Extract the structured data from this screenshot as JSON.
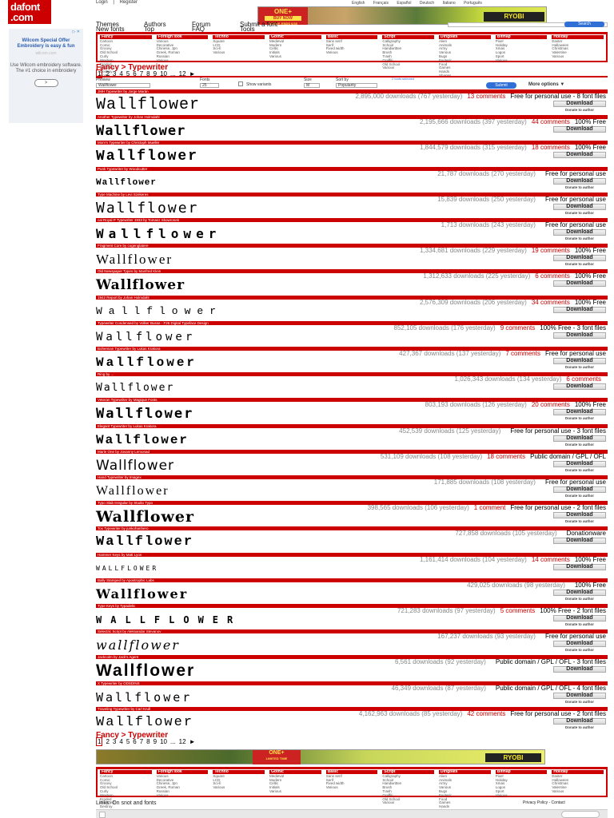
{
  "site": {
    "logo_line1": "dafont",
    "logo_line2": ".com"
  },
  "topnav": [
    "Login",
    "|",
    "Register"
  ],
  "languages": [
    "English",
    "Français",
    "Español",
    "Deutsch",
    "Italiano",
    "Português"
  ],
  "ad_top": {
    "sale_line": "ONE+",
    "sale_button": "BUY NOW",
    "sale_tagline": "HURRY, ENDS 6/30",
    "brand": "RYOBI"
  },
  "search": {
    "placeholder": "",
    "button": "Search"
  },
  "side_ad": {
    "close": "▷ ✕",
    "title": "Wilcom Special Offer Embroidery is easy & fun",
    "domain": "wilcom.com",
    "body": "Use Wilcom embroidery software. The #1 choice in embroidery",
    "go": ">"
  },
  "menu_row1": [
    "Themes",
    "Authors",
    "Forum",
    "Submit a font"
  ],
  "menu_row2": [
    "New fonts",
    "Top",
    "FAQ",
    "Tools"
  ],
  "categories": [
    {
      "title": "Fancy",
      "items": [
        "Cartoon",
        "Comic",
        "Groovy",
        "Old School",
        "Curly",
        "Western",
        "Eroded",
        "Distorted",
        "Destroy",
        "Horror"
      ]
    },
    {
      "title": "Foreign look",
      "items": [
        "Various",
        "Decorative",
        "Chinese, Jpn",
        "Greek, Roman",
        "Russian",
        "Various"
      ]
    },
    {
      "title": "Techno",
      "items": [
        "Square",
        "LCD",
        "Sci-fi",
        "Various"
      ]
    },
    {
      "title": "Gothic",
      "items": [
        "Medieval",
        "Modern",
        "Celtic",
        "Initials",
        "Various"
      ]
    },
    {
      "title": "Basic",
      "items": [
        "Sans serif",
        "Serif",
        "Fixed width",
        "Various"
      ]
    },
    {
      "title": "Script",
      "items": [
        "Calligraphy",
        "School",
        "Handwritten",
        "Brush",
        "Trash",
        "Graffiti",
        "Old School",
        "Various"
      ]
    },
    {
      "title": "Dingbats",
      "items": [
        "Alien",
        "Animals",
        "Army",
        "Various",
        "Bugs",
        "Esoteric",
        "Food",
        "Games",
        "Hands",
        "Shapes"
      ]
    },
    {
      "title": "Bitmap",
      "items": [
        "Pixel",
        "Holiday",
        "Xmas",
        "Logos",
        "Sport",
        "Various"
      ]
    },
    {
      "title": "Holiday",
      "items": [
        "Easter",
        "Halloween",
        "Christmas",
        "Valentine",
        "Various"
      ]
    }
  ],
  "breadcrumb": "Fancy > Typewriter",
  "pager": {
    "pages": [
      "1",
      "2",
      "3",
      "4",
      "5",
      "6",
      "7",
      "8",
      "9",
      "10",
      "...",
      "12",
      "►"
    ],
    "current": "1"
  },
  "options": {
    "preview_label": "Preview",
    "preview_value": "Wallflower",
    "fonts_label": "Fonts",
    "fonts_value": "25",
    "variants_label": "Show variants",
    "size_label": "Size",
    "size_value": "M",
    "sort_label": "Sort by",
    "sort_value": "Popularity",
    "submit": "Submit",
    "more": "More options ▼",
    "top_note": "2 fonts selected"
  },
  "fonts": [
    {
      "head": "JMH Typewriter by Jorge Marán",
      "downloads": "2,895,000 downloads (767 yesterday)",
      "comments": "13 comments",
      "license": "Free for personal use - 8 font files",
      "family": "\"Liberation Mono\", monospace",
      "style": "normal",
      "weight": "normal",
      "size": "20px",
      "spacing": "1px",
      "preview": "Wallflower",
      "donate": true
    },
    {
      "head": "Another Typewriter by Johan Holmdahl",
      "downloads": "2,195,666 downloads (397 yesterday)",
      "comments": "44 comments",
      "license": "100% Free",
      "family": "\"DejaVu Sans Mono\", monospace",
      "style": "normal",
      "weight": "bold",
      "size": "17px",
      "spacing": "1px",
      "preview": "Wallflower",
      "donate": false
    },
    {
      "head": "Mom's Typewriter by Christoph Mueller",
      "downloads": "1,844,579 downloads (315 yesterday)",
      "comments": "18 comments",
      "license": "100% Free",
      "family": "\"Liberation Mono\", monospace",
      "style": "normal",
      "weight": "bold",
      "size": "18px",
      "spacing": "2px",
      "preview": "Wallflower",
      "donate": false
    },
    {
      "head": "Punk Typewriter by Woodcutter",
      "downloads": "21,787 downloads (270 yesterday)",
      "comments": "",
      "license": "Free for personal use",
      "family": "\"Liberation Mono\", monospace",
      "style": "normal",
      "weight": "bold",
      "size": "11px",
      "spacing": "1px",
      "preview": "Wallflower",
      "donate": true
    },
    {
      "head": "Type Machine by Levi Szekeres",
      "downloads": "15,839 downloads (250 yesterday)",
      "comments": "",
      "license": "Free for personal use",
      "family": "\"DejaVu Sans Mono\", monospace",
      "style": "normal",
      "weight": "normal",
      "size": "18px",
      "spacing": "2px",
      "preview": "Wallflower",
      "donate": true
    },
    {
      "head": "cal Royal P Typewriter 1933 by Tomasz Skowronek",
      "downloads": "1,713 downloads (243 yesterday)",
      "comments": "",
      "license": "Free for personal use",
      "family": "\"DejaVu Sans Mono\", monospace",
      "style": "normal",
      "weight": "bold",
      "size": "16px",
      "spacing": "6px",
      "preview": "Wallflower",
      "donate": true
    },
    {
      "head": "Fragment Core by cogenglatere",
      "downloads": "1,334,681 downloads (229 yesterday)",
      "comments": "19 comments",
      "license": "100% Free",
      "family": "\"Liberation Serif\", serif",
      "style": "normal",
      "weight": "normal",
      "size": "17px",
      "spacing": "2px",
      "preview": "Wallflower",
      "donate": true
    },
    {
      "head": "Old Newspaper Types by Manfred Klein",
      "downloads": "1,312,633 downloads (225 yesterday)",
      "comments": "6 comments",
      "license": "100% Free",
      "family": "\"DejaVu Serif\", serif",
      "style": "normal",
      "weight": "bold",
      "size": "17px",
      "spacing": "1px",
      "preview": "Wallflower",
      "donate": false
    },
    {
      "head": "1942 Report by Johan Holmdahl",
      "downloads": "2,576,309 downloads (206 yesterday)",
      "comments": "34 comments",
      "license": "100% Free",
      "family": "\"Liberation Mono\", monospace",
      "style": "normal",
      "weight": "normal",
      "size": "13px",
      "spacing": "8px",
      "preview": "Wallflower",
      "donate": false
    },
    {
      "head": "Typewriter Condensed by Volker Busse - F26 Digital Typeface Design",
      "downloads": "852,105 downloads (176 yesterday)",
      "comments": "9 comments",
      "license": "100% Free - 3 font files",
      "family": "\"DejaVu Sans Mono\", monospace",
      "style": "normal",
      "weight": "normal",
      "size": "14px",
      "spacing": "4px",
      "preview": "Wallflower",
      "donate": false
    },
    {
      "head": "Bohemian Typewriter by Lukas Krakora",
      "downloads": "427,367 downloads (137 yesterday)",
      "comments": "7 comments",
      "license": "Free for personal use",
      "family": "\"Liberation Mono\", monospace",
      "style": "normal",
      "weight": "bold",
      "size": "16px",
      "spacing": "3px",
      "preview": "Wallflower",
      "donate": true
    },
    {
      "head": "Ring by ...",
      "downloads": "1,026,343 downloads (134 yesterday)",
      "comments": "6 comments",
      "license": "",
      "family": "\"DejaVu Sans Mono\", monospace",
      "style": "normal",
      "weight": "normal",
      "size": "13px",
      "spacing": "2px",
      "preview": "Wallflower",
      "donate": false
    },
    {
      "head": "Veteran Typewriter by Magique Fonts",
      "downloads": "803,193 downloads (126 yesterday)",
      "comments": "20 comments",
      "license": "100% Free",
      "family": "\"DejaVu Sans Mono\", monospace",
      "style": "normal",
      "weight": "bold",
      "size": "17px",
      "spacing": "2px",
      "preview": "Wallflower",
      "donate": true
    },
    {
      "head": "Elegant Typewriter by Lukas Krakora",
      "downloads": "452,539 downloads (125 yesterday)",
      "comments": "",
      "license": "Free for personal use - 3 font files",
      "family": "\"Liberation Mono\", monospace",
      "style": "normal",
      "weight": "bold",
      "size": "16px",
      "spacing": "2px",
      "preview": "Wallflower",
      "donate": true
    },
    {
      "head": "Marle One by Jovanny Lemonad",
      "downloads": "531,109 downloads (108 yesterday)",
      "comments": "18 comments",
      "license": "Public domain / GPL / OFL",
      "family": "\"DejaVu Sans\", sans-serif",
      "style": "normal",
      "weight": "normal",
      "size": "17px",
      "spacing": "1px",
      "preview": "Wallflower",
      "donate": true
    },
    {
      "head": "Hand Typewriter by Imagex",
      "downloads": "171,885 downloads (108 yesterday)",
      "comments": "",
      "license": "Free for personal use",
      "family": "\"Liberation Serif\", serif",
      "style": "normal",
      "weight": "normal",
      "size": "16px",
      "spacing": "2px",
      "preview": "Wallflower",
      "donate": true
    },
    {
      "head": "Typo Slab Irregular by Studio Typo",
      "downloads": "398,565 downloads (106 yesterday)",
      "comments": "1 comment",
      "license": "Free for personal use - 2 font files",
      "family": "\"DejaVu Serif\", serif",
      "style": "normal",
      "weight": "bold",
      "size": "19px",
      "spacing": "1px",
      "preview": "Wallflower",
      "donate": true
    },
    {
      "head": "Tox Typewriter by junkohanhero",
      "downloads": "727,858 downloads (105 yesterday)",
      "comments": "",
      "license": "Donationware",
      "family": "\"Liberation Mono\", monospace",
      "style": "normal",
      "weight": "bold",
      "size": "17px",
      "spacing": "2px",
      "preview": "Wallflower",
      "donate": false
    },
    {
      "head": "Hammer Keys by Matt Lyon",
      "downloads": "1,161,414 downloads (104 yesterday)",
      "comments": "14 comments",
      "license": "100% Free",
      "family": "\"DejaVu Sans Mono\", monospace",
      "style": "normal",
      "weight": "normal",
      "size": "8px",
      "spacing": "3px",
      "preview": "WALLFLOWER",
      "donate": false
    },
    {
      "head": "Bally Stamped by Apostrophic Labs",
      "downloads": "429,025 downloads (98 yesterday)",
      "comments": "",
      "license": "100% Free",
      "family": "\"DejaVu Serif\", serif",
      "style": "normal",
      "weight": "bold",
      "size": "16px",
      "spacing": "2px",
      "preview": "Wallflower",
      "donate": true
    },
    {
      "head": "Type Keys by Typadelic",
      "downloads": "721,283 downloads (97 yesterday)",
      "comments": "5 comments",
      "license": "100% Free - 2 font files",
      "family": "\"DejaVu Sans Mono\", monospace",
      "style": "normal",
      "weight": "bold",
      "size": "12px",
      "spacing": "11px",
      "preview": "WALLFLOWER",
      "donate": true
    },
    {
      "head": "Selectric Script by Aleksandar Stevanov",
      "downloads": "167,237 downloads (93 yesterday)",
      "comments": "",
      "license": "Free for personal use",
      "family": "\"DejaVu Serif\", serif",
      "style": "italic",
      "weight": "normal",
      "size": "16px",
      "spacing": "2px",
      "preview": "wallflower",
      "donate": true
    },
    {
      "head": "Jackcolm by Jack's Agent",
      "downloads": "6,561 downloads (92 yesterday)",
      "comments": "",
      "license": "Public domain / GPL / OFL - 3 font files",
      "family": "\"Liberation Sans\", sans-serif",
      "style": "normal",
      "weight": "bold",
      "size": "21px",
      "spacing": "2px",
      "preview": "Wallflower",
      "donate": false
    },
    {
      "head": "X Typewriter by ODSDINS",
      "downloads": "46,349 downloads (87 yesterday)",
      "comments": "",
      "license": "Public domain / GPL / OFL - 4 font files",
      "family": "\"DejaVu Sans Mono\", monospace",
      "style": "normal",
      "weight": "normal",
      "size": "15px",
      "spacing": "3px",
      "preview": "Wallflower",
      "donate": true
    },
    {
      "head": "Traveling Typewriter by Carl Krull",
      "downloads": "4,162,963 downloads (85 yesterday)",
      "comments": "42 comments",
      "license": "Free for personal use - 2 font files",
      "family": "\"Liberation Mono\", monospace",
      "style": "normal",
      "weight": "normal",
      "size": "17px",
      "spacing": "2px",
      "preview": "Wallflower",
      "donate": true
    }
  ],
  "labels": {
    "download": "Download",
    "donate": "Donate to author"
  },
  "ad_bottom": {
    "sale_line": "ONE+",
    "sale_tagline": "LIMITED TIME",
    "brand": "RYOBI"
  },
  "footer": {
    "links": "Links:   On snot and fonts",
    "right": "Privacy Policy  -  Contact"
  }
}
